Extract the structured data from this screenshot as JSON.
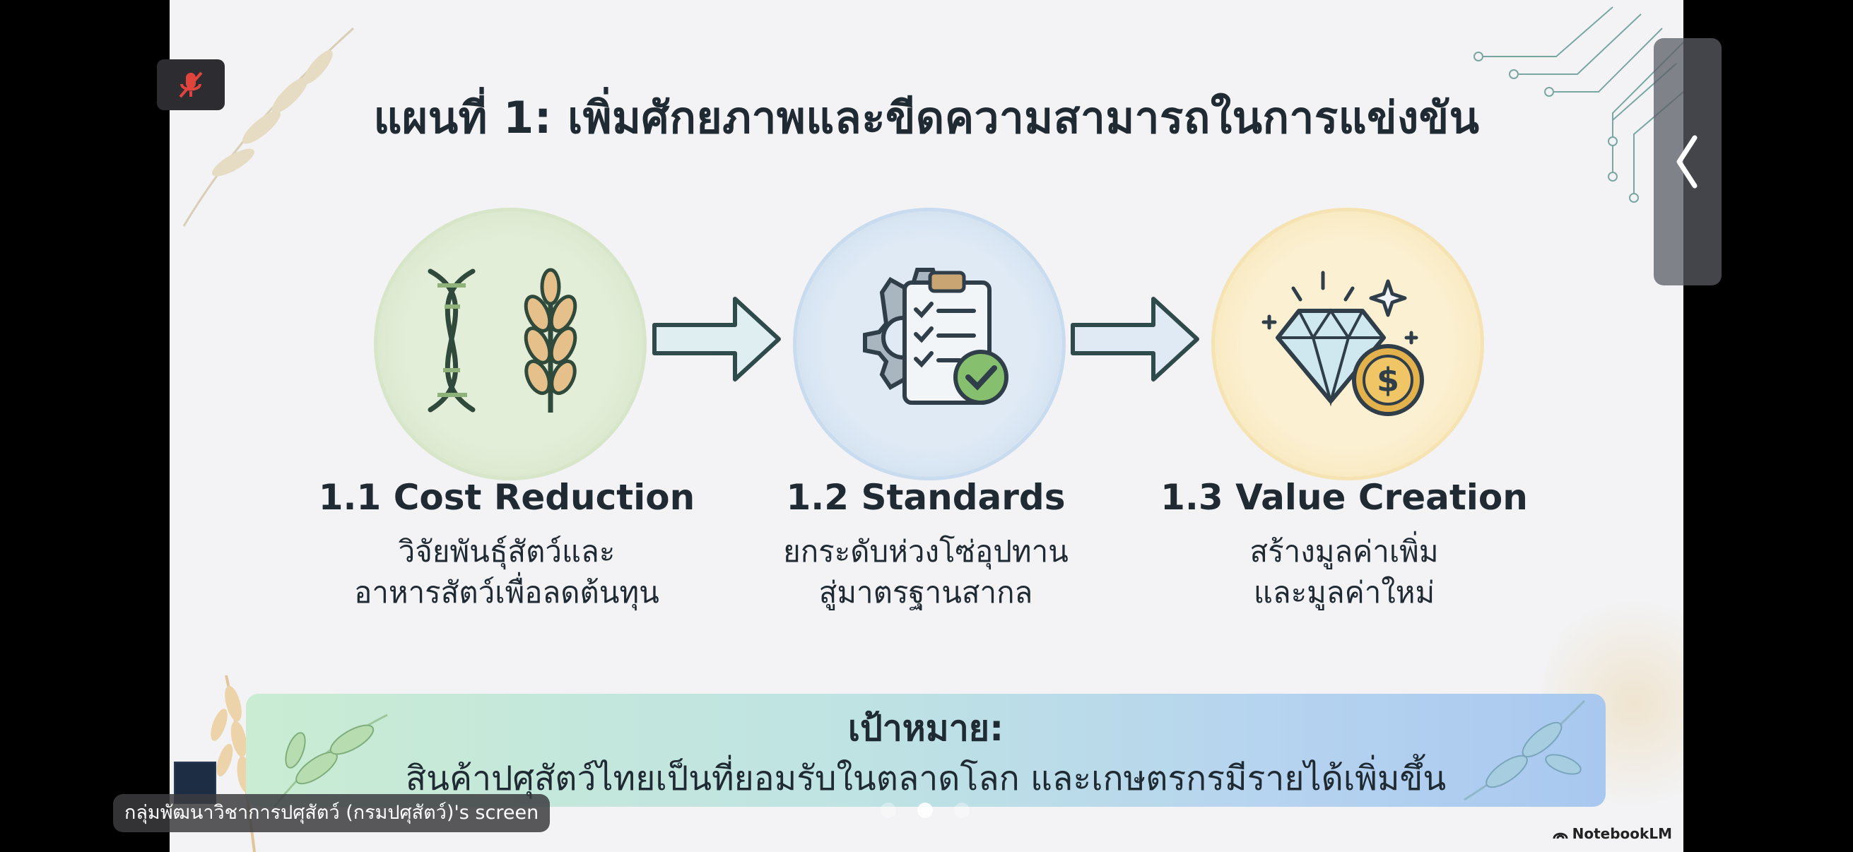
{
  "slide": {
    "title": "แผนที่ 1: เพิ่มศักยภาพและขีดความสามารถในการแข่งขัน",
    "steps": [
      {
        "title": "1.1 Cost Reduction",
        "desc_line1": "วิจัยพันธุ์สัตว์และ",
        "desc_line2": "อาหารสัตว์เพื่อลดต้นทุน",
        "icon": "dna-wheat-icon"
      },
      {
        "title": "1.2 Standards",
        "desc_line1": "ยกระดับห่วงโซ่อุปทาน",
        "desc_line2": "สู่มาตรฐานสากล",
        "icon": "gear-checklist-icon"
      },
      {
        "title": "1.3 Value Creation",
        "desc_line1": "สร้างมูลค่าเพิ่ม",
        "desc_line2": "และมูลค่าใหม่",
        "icon": "diamond-coin-icon"
      }
    ],
    "goal_label": "เป้าหมาย:",
    "goal_text": "สินค้าปศุสัตว์ไทยเป็นที่ยอมรับในตลาดโลก และเกษตรกรมีรายได้เพิ่มขึ้น",
    "brand": "NotebookLM"
  },
  "overlay": {
    "caption": "กลุ่มพัฒนาวิชาการปศุสัตว์ (กรมปศุสัตว์)'s screen",
    "mute_icon": "microphone-muted-icon",
    "side_panel_icon": "chevron-left-icon",
    "page_dots": 3,
    "active_dot": 2
  },
  "colors": {
    "green": "#cfe0c0",
    "blue": "#c4d8ed",
    "yellow": "#f5e0a6",
    "title_text": "#1f2a33"
  }
}
